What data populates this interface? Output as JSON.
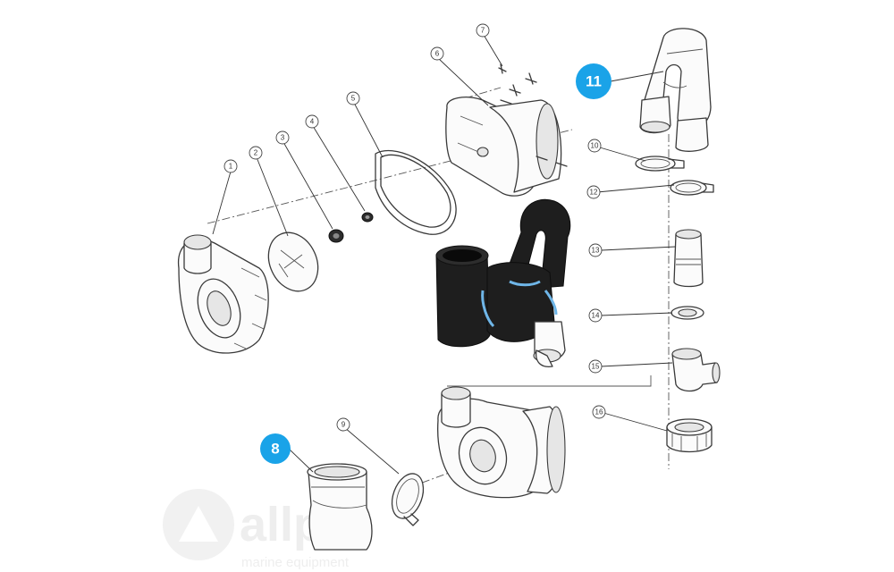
{
  "callouts": [
    {
      "id": "1",
      "label": "1"
    },
    {
      "id": "2",
      "label": "2"
    },
    {
      "id": "3",
      "label": "3"
    },
    {
      "id": "4",
      "label": "4"
    },
    {
      "id": "5",
      "label": "5"
    },
    {
      "id": "6",
      "label": "6"
    },
    {
      "id": "7",
      "label": "7"
    },
    {
      "id": "9",
      "label": "9"
    },
    {
      "id": "10",
      "label": "10"
    },
    {
      "id": "12",
      "label": "12"
    },
    {
      "id": "13",
      "label": "13"
    },
    {
      "id": "14",
      "label": "14"
    },
    {
      "id": "15",
      "label": "15"
    },
    {
      "id": "16",
      "label": "16"
    }
  ],
  "badges": [
    {
      "id": "8",
      "label": "8"
    },
    {
      "id": "11",
      "label": "11"
    }
  ],
  "watermark": {
    "brand": "allpa",
    "tagline": "marine equipment"
  },
  "colors": {
    "badge": "#1aa3e8",
    "line": "#3a3a3a",
    "assembly": "#1e1e1e"
  }
}
